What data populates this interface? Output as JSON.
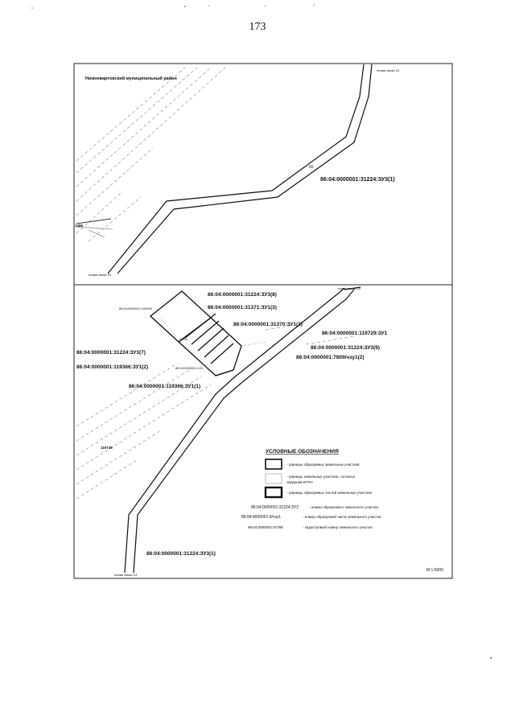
{
  "page_number": "173",
  "top_map": {
    "district": "Нижневартовский муниципальный район",
    "parcel_main": "86:04:0000001:31224:ЗУ3(1)",
    "small_60": "60",
    "left_edge": "1486",
    "line_top": "линия связи 24",
    "line_bottom": "линия связи 20"
  },
  "bottom_map": {
    "labels": {
      "zu3_8": "86:04:0000001:31224:ЗУ3(8)",
      "zu1_3": "86:04:0000001:31371:ЗУ1(3)",
      "zu1_1_31370": "86:04:0000001:31370:ЗУ1(1)",
      "u119729": "86:04:0000001:119729:ЗУ1",
      "zu3_7": "86:04:0000001:31224:ЗУ3(7)",
      "zu3_9": "86:04:0000001:31224:ЗУ3(9)",
      "u7809": "86:04:0000001:7809/чзу1(2)",
      "u119366_2": "86:04:0000001:119366:ЗУ1(2)",
      "u119366_1": "86:04:0000001:119366:ЗУ1(1)",
      "zu3_1": "86:04:0000001:31224:ЗУ3(1)",
      "small_a": "86:04:0000001:100000",
      "small_b": "86:04:0000001:121",
      "small_c": "0000",
      "area_119729": "119729",
      "line_top": "линия связи 20",
      "line_bottom": "линия связи 24",
      "scale": "М 1:5000"
    },
    "legend": {
      "title": "УСЛОВНЫЕ ОБОЗНАЧЕНИЯ",
      "item1": "- границы образуемых земельных участков",
      "item2a": "- границы земельных участков, согласно",
      "item2b": "сведений ЕГРН",
      "item3": "- границы образуемых частей земельных участков",
      "code1": "86:04:0000001:31224:ЗУ2",
      "desc1": "- номер образуемого земельного участка",
      "code2": "86:04:0000001:9/чзу1",
      "desc2": "- номер образуемой части земельного участка",
      "code3": "86:04:0000001:97398",
      "desc3": "- кадастровый номер земельного участка"
    }
  }
}
